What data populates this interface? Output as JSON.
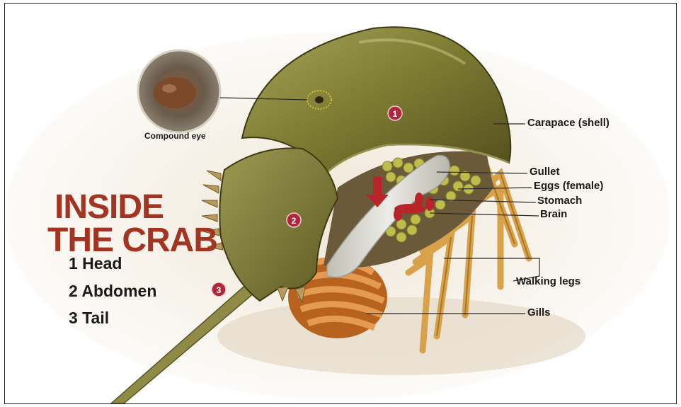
{
  "title": {
    "line1": "INSIDE",
    "line2": "THE CRAB"
  },
  "parts": [
    {
      "number": "1",
      "label": "1 Head"
    },
    {
      "number": "2",
      "label": "2 Abdomen"
    },
    {
      "number": "3",
      "label": "3 Tail"
    }
  ],
  "callouts": {
    "compound_eye": "Compound eye",
    "carapace": "Carapace (shell)",
    "gullet": "Gullet",
    "eggs": "Eggs (female)",
    "stomach": "Stomach",
    "brain": "Brain",
    "walking_legs": "Walking legs",
    "gills": "Gills"
  },
  "markers": [
    "1",
    "2",
    "3"
  ],
  "colors": {
    "title": "#a33421",
    "marker": "#b0263a",
    "shell": "#8a8a3a",
    "gills": "#c8702a",
    "legs": "#d8a24a",
    "gut": "#d8d8d0",
    "eggs": "#b8b84a",
    "brain": "#b8242a"
  }
}
